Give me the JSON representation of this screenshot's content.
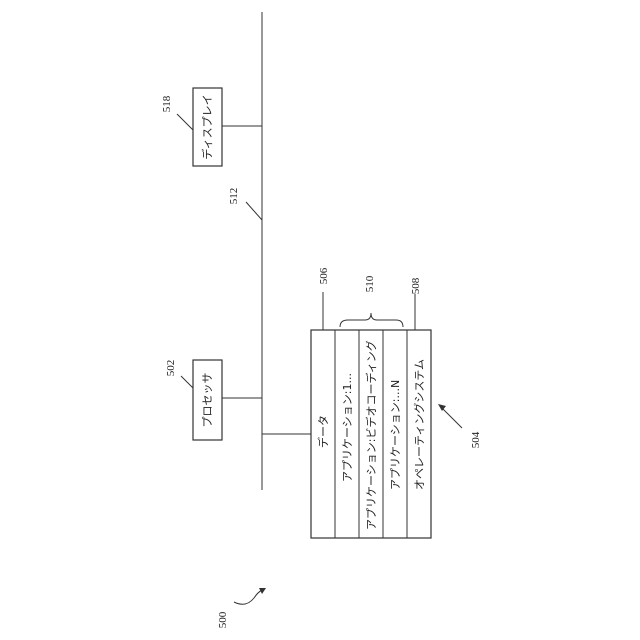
{
  "figure": {
    "ref_system": "500",
    "ref_memory": "504",
    "ref_data": "506",
    "ref_os": "508",
    "ref_apps": "510",
    "ref_bus": "512",
    "ref_processor": "502",
    "ref_display": "518"
  },
  "blocks": {
    "processor": "プロセッサ",
    "display": "ディスプレイ"
  },
  "memory_rows": {
    "data": "データ",
    "app1": "アプリケーション:1...",
    "app_video": "アプリケーション:ビデオコーディング",
    "appN": "アプリケーション:...N",
    "os": "オペレーティングシステム"
  }
}
